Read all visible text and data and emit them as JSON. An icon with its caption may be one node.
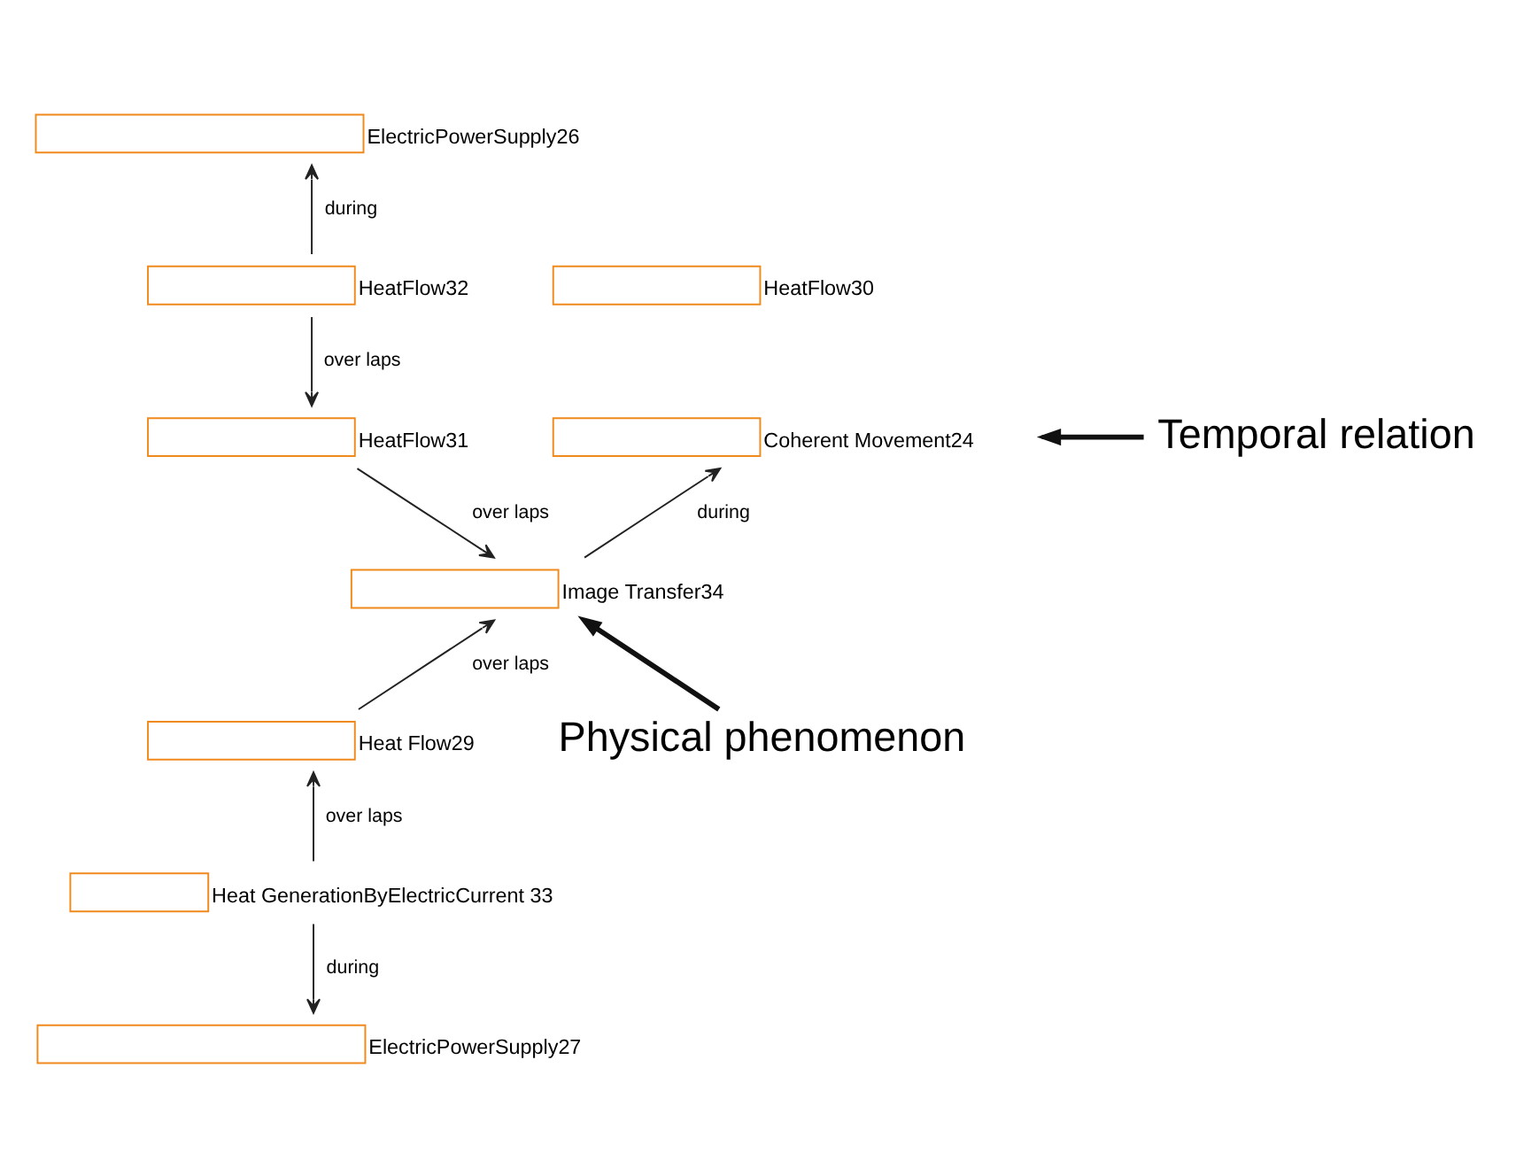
{
  "diagram": {
    "nodes": [
      {
        "text": [
          "ElectricPowerSupply26"
        ]
      },
      {
        "text": [
          "HeatFlow32"
        ]
      },
      {
        "text": [
          "HeatFlow30"
        ]
      },
      {
        "text": [
          "HeatFlow31"
        ]
      },
      {
        "text": [
          "Coherent Movement24"
        ]
      },
      {
        "text": [
          "Image Transfer34"
        ]
      },
      {
        "text": [
          "Heat Flow29"
        ]
      },
      {
        "text": [
          "Heat GenerationByElectricCurrent 33"
        ]
      },
      {
        "text": [
          "ElectricPowerSupply27"
        ]
      },
      {
        "text": [
          "Temporal relation"
        ]
      },
      {
        "text": [
          "Physical phenomenon"
        ]
      }
    ],
    "edges": [
      {
        "from": 1,
        "to": 0,
        "arrow": "to",
        "label": "during"
      },
      {
        "from": 1,
        "to": 3,
        "arrow": "to",
        "label": "over laps"
      },
      {
        "from": 3,
        "to": 5,
        "arrow": "to",
        "label": "over laps"
      },
      {
        "from": 5,
        "to": 4,
        "arrow": "to",
        "label": "during"
      },
      {
        "from": 6,
        "to": 5,
        "arrow": "to",
        "label": "over laps"
      },
      {
        "from": 7,
        "to": 6,
        "arrow": "to",
        "label": "over laps"
      },
      {
        "from": 7,
        "to": 8,
        "arrow": "to",
        "label": "during"
      },
      {
        "from": 9,
        "to": null,
        "arrow": "to",
        "style": "thick"
      },
      {
        "from": 10,
        "to": 5,
        "arrow": "to",
        "style": "thick"
      }
    ]
  }
}
